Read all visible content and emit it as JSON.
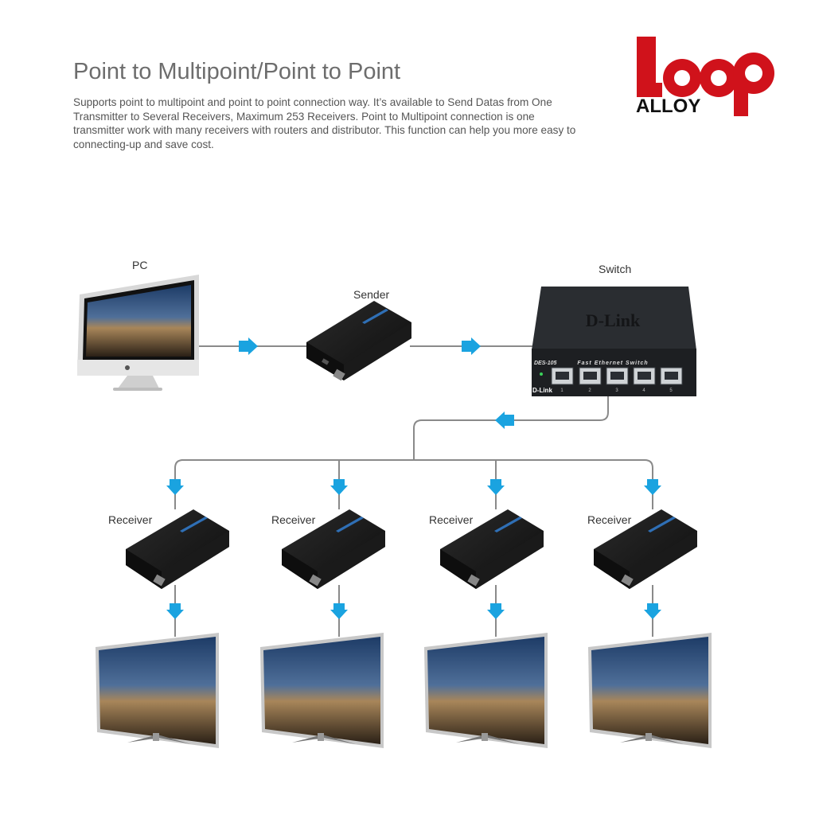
{
  "header": {
    "title": "Point to Multipoint/Point to Point",
    "description": "Supports point to multipoint and point to point  connection way. It’s available to Send Datas from One Transmitter to Several Receivers, Maximum 253 Receivers. Point to Multipoint connection is one transmitter work with many receivers with routers and distributor. This function can help you more easy to connecting-up and save cost."
  },
  "logo": {
    "word": "LOOP",
    "sub": "ALLOY",
    "color": "#d0121b"
  },
  "nodes": {
    "pc": "PC",
    "sender": "Sender",
    "switch": "Switch",
    "receivers": [
      "Receiver",
      "Receiver",
      "Receiver",
      "Receiver"
    ]
  },
  "switch_device": {
    "brand": "D-Link",
    "subtitle": "Fast Ethernet Switch",
    "model": "DES-105",
    "ports": [
      "1",
      "2",
      "3",
      "4",
      "5"
    ]
  },
  "colors": {
    "arrow": "#1aa3e0",
    "line": "#8a8a8a",
    "device": "#1c1c1c"
  }
}
